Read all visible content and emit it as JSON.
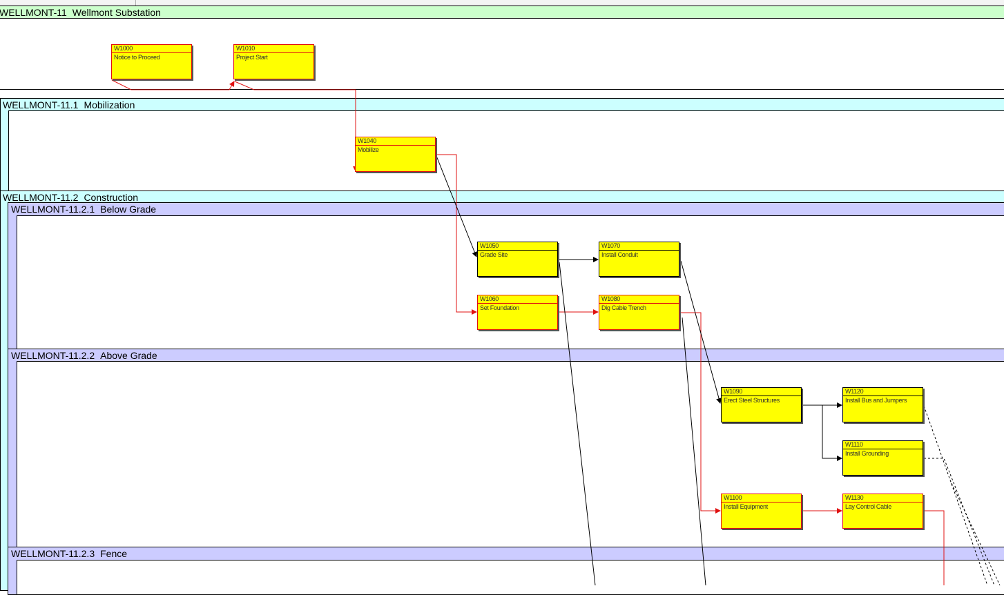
{
  "bands": [
    {
      "id": "b11",
      "code": "WELLMONT-11",
      "name": "Wellmont Substation"
    },
    {
      "id": "b111",
      "code": "WELLMONT-11.1",
      "name": "Mobilization"
    },
    {
      "id": "b112",
      "code": "WELLMONT-11.2",
      "name": "Construction"
    },
    {
      "id": "b1121",
      "code": "WELLMONT-11.2.1",
      "name": "Below Grade"
    },
    {
      "id": "b1122",
      "code": "WELLMONT-11.2.2",
      "name": "Above Grade"
    },
    {
      "id": "b1123",
      "code": "WELLMONT-11.2.3",
      "name": "Fence"
    }
  ],
  "activities": [
    {
      "id": "W1000",
      "name": "Notice to Proceed",
      "critical": true
    },
    {
      "id": "W1010",
      "name": "Project Start",
      "critical": true
    },
    {
      "id": "W1040",
      "name": "Mobilize",
      "critical": true
    },
    {
      "id": "W1050",
      "name": "Grade Site",
      "critical": false
    },
    {
      "id": "W1070",
      "name": "Install Conduit",
      "critical": false
    },
    {
      "id": "W1060",
      "name": "Set Foundation",
      "critical": true
    },
    {
      "id": "W1080",
      "name": "Dig Cable Trench",
      "critical": true
    },
    {
      "id": "W1090",
      "name": "Erect Steel Structures",
      "critical": false
    },
    {
      "id": "W1120",
      "name": "Install Bus and Jumpers",
      "critical": false
    },
    {
      "id": "W1110",
      "name": "Install Grounding",
      "critical": false
    },
    {
      "id": "W1100",
      "name": "Install Equipment",
      "critical": true
    },
    {
      "id": "W1130",
      "name": "Lay Control Cable",
      "critical": true
    }
  ],
  "colors": {
    "band_top": "#ccffcc",
    "band_level1": "#ccffff",
    "band_level2": "#ccccff",
    "activity_fill": "#ffff00",
    "critical_link": "#e01010",
    "normal_link": "#000000"
  }
}
